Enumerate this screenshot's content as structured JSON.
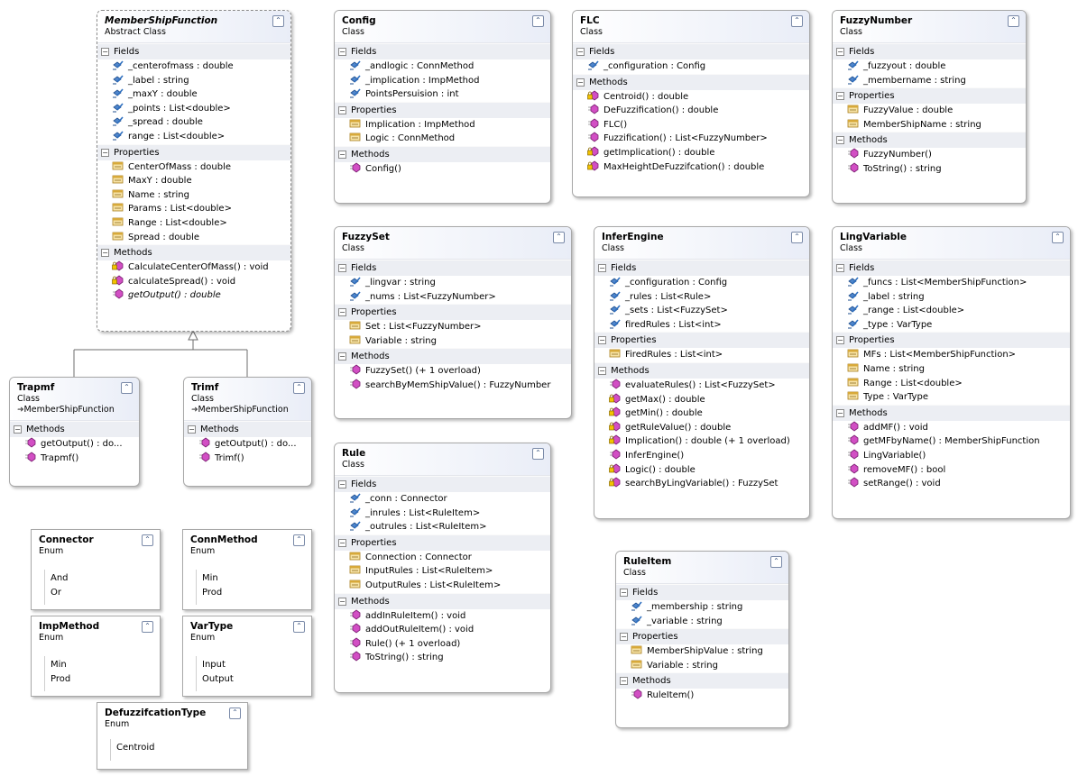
{
  "classes": [
    {
      "id": "membershipfunction",
      "name": "MemberShipFunction",
      "kind": "Abstract Class",
      "abstract": true,
      "sections": [
        {
          "title": "Fields",
          "members": [
            {
              "icon": "field",
              "text": "_centerofmass : double"
            },
            {
              "icon": "field",
              "text": "_label : string"
            },
            {
              "icon": "field",
              "text": "_maxY : double"
            },
            {
              "icon": "field",
              "text": "_points : List<double>"
            },
            {
              "icon": "field",
              "text": "_spread : double"
            },
            {
              "icon": "field",
              "text": "range : List<double>"
            }
          ]
        },
        {
          "title": "Properties",
          "members": [
            {
              "icon": "property",
              "text": "CenterOfMass : double"
            },
            {
              "icon": "property",
              "text": "MaxY : double"
            },
            {
              "icon": "property",
              "text": "Name : string"
            },
            {
              "icon": "property",
              "text": "Params : List<double>"
            },
            {
              "icon": "property",
              "text": "Range : List<double>"
            },
            {
              "icon": "property",
              "text": "Spread : double"
            }
          ]
        },
        {
          "title": "Methods",
          "members": [
            {
              "icon": "method-private",
              "text": "CalculateCenterOfMass() : void"
            },
            {
              "icon": "method-private",
              "text": "calculateSpread() : void"
            },
            {
              "icon": "method-public",
              "text": "getOutput() : double",
              "italic": true
            }
          ]
        }
      ]
    },
    {
      "id": "config",
      "name": "Config",
      "kind": "Class",
      "sections": [
        {
          "title": "Fields",
          "members": [
            {
              "icon": "field",
              "text": "_andlogic : ConnMethod"
            },
            {
              "icon": "field",
              "text": "_implication : ImpMethod"
            },
            {
              "icon": "field",
              "text": "PointsPersuision : int"
            }
          ]
        },
        {
          "title": "Properties",
          "members": [
            {
              "icon": "property",
              "text": "Implication : ImpMethod"
            },
            {
              "icon": "property",
              "text": "Logic : ConnMethod"
            }
          ]
        },
        {
          "title": "Methods",
          "members": [
            {
              "icon": "method-public",
              "text": "Config()"
            }
          ]
        }
      ]
    },
    {
      "id": "flc",
      "name": "FLC",
      "kind": "Class",
      "sections": [
        {
          "title": "Fields",
          "members": [
            {
              "icon": "field",
              "text": "_configuration : Config"
            }
          ]
        },
        {
          "title": "Methods",
          "members": [
            {
              "icon": "method-private",
              "text": "Centroid() : double"
            },
            {
              "icon": "method-public",
              "text": "DeFuzzification() : double"
            },
            {
              "icon": "method-public",
              "text": "FLC()"
            },
            {
              "icon": "method-public",
              "text": "Fuzzification() : List<FuzzyNumber>"
            },
            {
              "icon": "method-private",
              "text": "getImplication() : double"
            },
            {
              "icon": "method-private",
              "text": "MaxHeightDeFuzzifcation() : double"
            }
          ]
        }
      ]
    },
    {
      "id": "fuzzynumber",
      "name": "FuzzyNumber",
      "kind": "Class",
      "sections": [
        {
          "title": "Fields",
          "members": [
            {
              "icon": "field",
              "text": "_fuzzyout : double"
            },
            {
              "icon": "field",
              "text": "_membername : string"
            }
          ]
        },
        {
          "title": "Properties",
          "members": [
            {
              "icon": "property",
              "text": "FuzzyValue : double"
            },
            {
              "icon": "property",
              "text": "MemberShipName : string"
            }
          ]
        },
        {
          "title": "Methods",
          "members": [
            {
              "icon": "method-public",
              "text": "FuzzyNumber()"
            },
            {
              "icon": "method-public",
              "text": "ToString() : string"
            }
          ]
        }
      ]
    },
    {
      "id": "fuzzyset",
      "name": "FuzzySet",
      "kind": "Class",
      "sections": [
        {
          "title": "Fields",
          "members": [
            {
              "icon": "field",
              "text": "_lingvar : string"
            },
            {
              "icon": "field",
              "text": "_nums : List<FuzzyNumber>"
            }
          ]
        },
        {
          "title": "Properties",
          "members": [
            {
              "icon": "property",
              "text": "Set : List<FuzzyNumber>"
            },
            {
              "icon": "property",
              "text": "Variable : string"
            }
          ]
        },
        {
          "title": "Methods",
          "members": [
            {
              "icon": "method-public",
              "text": "FuzzySet() (+ 1 overload)"
            },
            {
              "icon": "method-public",
              "text": "searchByMemShipValue() : FuzzyNumber"
            }
          ]
        }
      ]
    },
    {
      "id": "inferengine",
      "name": "InferEngine",
      "kind": "Class",
      "sections": [
        {
          "title": "Fields",
          "members": [
            {
              "icon": "field",
              "text": "_configuration : Config"
            },
            {
              "icon": "field",
              "text": "_rules : List<Rule>"
            },
            {
              "icon": "field",
              "text": "_sets : List<FuzzySet>"
            },
            {
              "icon": "field",
              "text": "firedRules : List<int>"
            }
          ]
        },
        {
          "title": "Properties",
          "members": [
            {
              "icon": "property",
              "text": "FiredRules : List<int>"
            }
          ]
        },
        {
          "title": "Methods",
          "members": [
            {
              "icon": "method-public",
              "text": "evaluateRules() : List<FuzzySet>"
            },
            {
              "icon": "method-private",
              "text": "getMax() : double"
            },
            {
              "icon": "method-private",
              "text": "getMin() : double"
            },
            {
              "icon": "method-private",
              "text": "getRuleValue() : double"
            },
            {
              "icon": "method-private",
              "text": "Implication() : double (+ 1 overload)"
            },
            {
              "icon": "method-public",
              "text": "InferEngine()"
            },
            {
              "icon": "method-private",
              "text": "Logic() : double"
            },
            {
              "icon": "method-private",
              "text": "searchByLingVariable() : FuzzySet"
            }
          ]
        }
      ]
    },
    {
      "id": "lingvariable",
      "name": "LingVariable",
      "kind": "Class",
      "sections": [
        {
          "title": "Fields",
          "members": [
            {
              "icon": "field",
              "text": "_funcs : List<MemberShipFunction>"
            },
            {
              "icon": "field",
              "text": "_label : string"
            },
            {
              "icon": "field",
              "text": "_range : List<double>"
            },
            {
              "icon": "field",
              "text": "_type : VarType"
            }
          ]
        },
        {
          "title": "Properties",
          "members": [
            {
              "icon": "property",
              "text": "MFs : List<MemberShipFunction>"
            },
            {
              "icon": "property",
              "text": "Name : string"
            },
            {
              "icon": "property",
              "text": "Range : List<double>"
            },
            {
              "icon": "property",
              "text": "Type : VarType"
            }
          ]
        },
        {
          "title": "Methods",
          "members": [
            {
              "icon": "method-public",
              "text": "addMF() : void"
            },
            {
              "icon": "method-public",
              "text": "getMFbyName() : MemberShipFunction"
            },
            {
              "icon": "method-public",
              "text": "LingVariable()"
            },
            {
              "icon": "method-public",
              "text": "removeMF() : bool"
            },
            {
              "icon": "method-public",
              "text": "setRange() : void"
            }
          ]
        }
      ]
    },
    {
      "id": "rule",
      "name": "Rule",
      "kind": "Class",
      "sections": [
        {
          "title": "Fields",
          "members": [
            {
              "icon": "field",
              "text": "_conn : Connector"
            },
            {
              "icon": "field",
              "text": "_inrules : List<RuleItem>"
            },
            {
              "icon": "field",
              "text": "_outrules : List<RuleItem>"
            }
          ]
        },
        {
          "title": "Properties",
          "members": [
            {
              "icon": "property",
              "text": "Connection : Connector"
            },
            {
              "icon": "property",
              "text": "InputRules : List<RuleItem>"
            },
            {
              "icon": "property",
              "text": "OutputRules : List<RuleItem>"
            }
          ]
        },
        {
          "title": "Methods",
          "members": [
            {
              "icon": "method-public",
              "text": "addInRuleItem() : void"
            },
            {
              "icon": "method-public",
              "text": "addOutRuleItem() : void"
            },
            {
              "icon": "method-public",
              "text": "Rule() (+ 1 overload)"
            },
            {
              "icon": "method-public",
              "text": "ToString() : string"
            }
          ]
        }
      ]
    },
    {
      "id": "ruleitem",
      "name": "RuleItem",
      "kind": "Class",
      "sections": [
        {
          "title": "Fields",
          "members": [
            {
              "icon": "field",
              "text": "_membership : string"
            },
            {
              "icon": "field",
              "text": "_variable : string"
            }
          ]
        },
        {
          "title": "Properties",
          "members": [
            {
              "icon": "property",
              "text": "MemberShipValue : string"
            },
            {
              "icon": "property",
              "text": "Variable : string"
            }
          ]
        },
        {
          "title": "Methods",
          "members": [
            {
              "icon": "method-public",
              "text": "RuleItem()"
            }
          ]
        }
      ]
    },
    {
      "id": "trapmf",
      "name": "Trapmf",
      "kind": "Class",
      "base": "MemberShipFunction",
      "sections": [
        {
          "title": "Methods",
          "members": [
            {
              "icon": "method-public",
              "text": "getOutput() : do..."
            },
            {
              "icon": "method-public",
              "text": "Trapmf()"
            }
          ]
        }
      ]
    },
    {
      "id": "trimf",
      "name": "Trimf",
      "kind": "Class",
      "base": "MemberShipFunction",
      "sections": [
        {
          "title": "Methods",
          "members": [
            {
              "icon": "method-public",
              "text": "getOutput() : do..."
            },
            {
              "icon": "method-public",
              "text": "Trimf()"
            }
          ]
        }
      ]
    }
  ],
  "enums": [
    {
      "id": "connector",
      "name": "Connector",
      "kind": "Enum",
      "values": [
        "And",
        "Or"
      ]
    },
    {
      "id": "connmethod",
      "name": "ConnMethod",
      "kind": "Enum",
      "values": [
        "Min",
        "Prod"
      ]
    },
    {
      "id": "impmethod",
      "name": "ImpMethod",
      "kind": "Enum",
      "values": [
        "Min",
        "Prod"
      ]
    },
    {
      "id": "vartype",
      "name": "VarType",
      "kind": "Enum",
      "values": [
        "Input",
        "Output"
      ]
    },
    {
      "id": "defuzzifcationtype",
      "name": "DefuzzifcationType",
      "kind": "Enum",
      "values": [
        "Centroid"
      ]
    }
  ],
  "colors": {
    "field_icon": "#2e6fbf",
    "property_icon": "#d7a93a",
    "method_icon": "#c23fb5",
    "private_icon": "#e0b400",
    "header_gradient": "#e9edf7"
  }
}
